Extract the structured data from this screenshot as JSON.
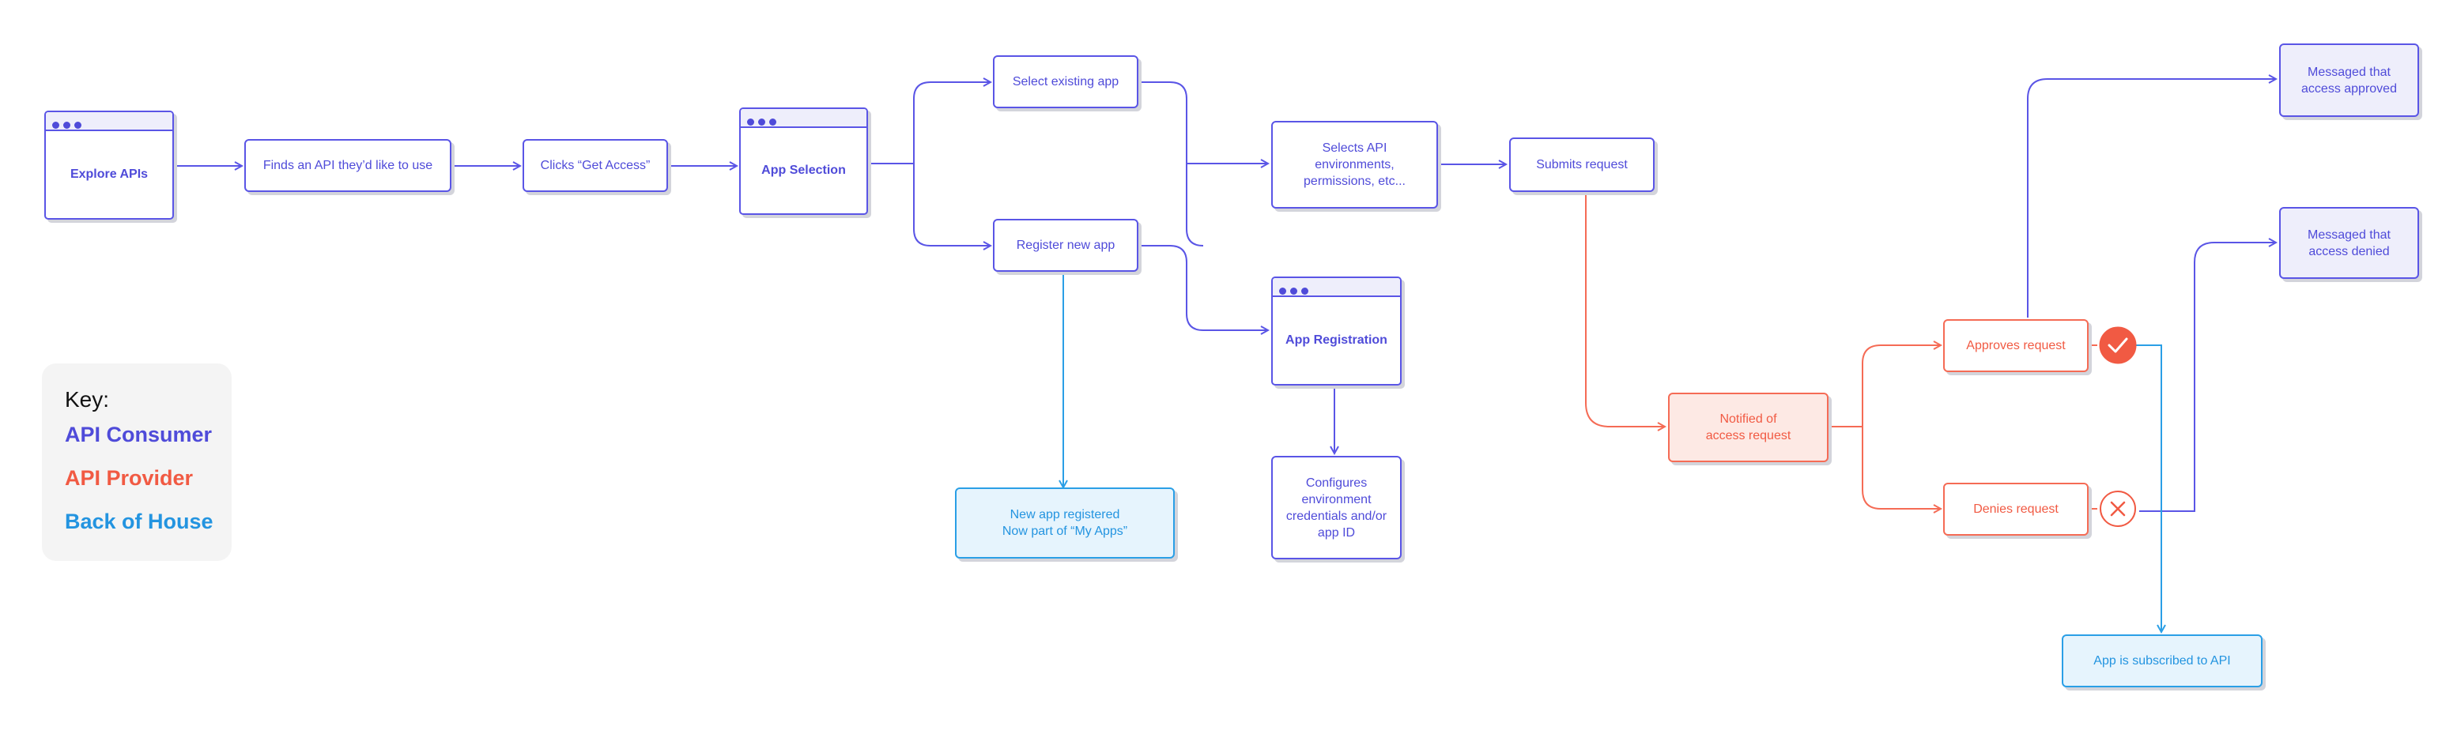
{
  "nodes": {
    "explore_apis": "Explore APIs",
    "finds_api": "Finds an API they’d like to use",
    "clicks_get_access": "Clicks “Get Access”",
    "app_selection": "App Selection",
    "select_existing_app": "Select existing app",
    "register_new_app": "Register new app",
    "selects_api_env": "Selects API\nenvironments,\npermissions, etc...",
    "app_registration": "App Registration",
    "configures_env": "Configures\nenvironment\ncredentials and/or\napp ID",
    "new_app_registered": "New app registered\nNow part of “My Apps”",
    "submits_request": "Submits request",
    "notified": "Notified of\naccess request",
    "approves_request": "Approves request",
    "denies_request": "Denies request",
    "messaged_approved": "Messaged that\naccess approved",
    "messaged_denied": "Messaged that\naccess denied",
    "app_subscribed": "App is subscribed to API"
  },
  "key": {
    "title": "Key:",
    "consumer": "API Consumer",
    "provider": "API Provider",
    "back_of_house": "Back of House"
  },
  "icons": {
    "approve": "check-icon",
    "deny": "x-icon"
  },
  "colors": {
    "consumer": "#4f4bd9",
    "provider": "#f15a43",
    "back_of_house": "#2394e0",
    "key_background": "#f4f4f4"
  }
}
